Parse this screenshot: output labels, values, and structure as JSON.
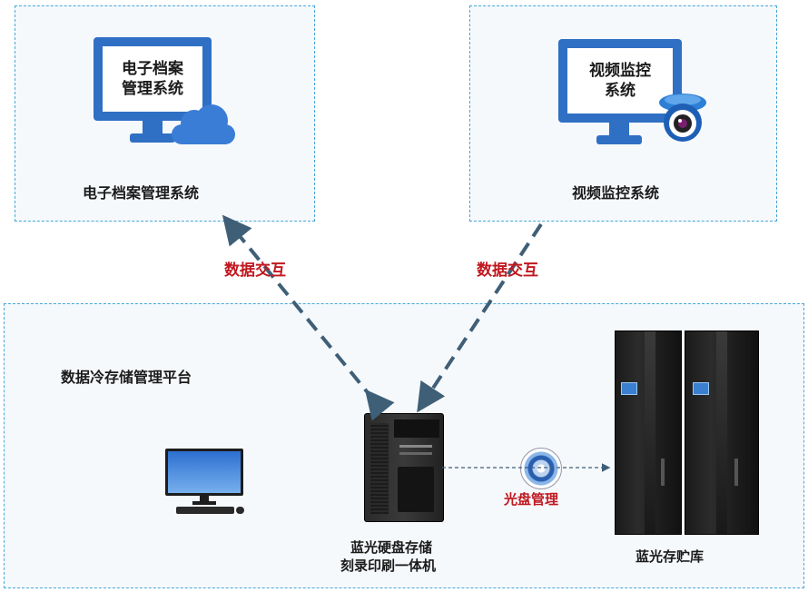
{
  "boxes": {
    "archive": {
      "screen_text": "电子档案\n管理系统",
      "caption": "电子档案管理系统"
    },
    "video": {
      "screen_text": "视频监控\n系统",
      "caption": "视频监控系统"
    },
    "platform": {
      "caption": "数据冷存储管理平台"
    }
  },
  "arrows": {
    "left_label": "数据交互",
    "right_label": "数据交互",
    "bottom_label": "光盘管理"
  },
  "devices": {
    "burner": {
      "line1": "蓝光硬盘存储",
      "line2": "刻录印刷一体机"
    },
    "library": {
      "label": "蓝光存贮库"
    }
  },
  "icons": {
    "archive": [
      "monitor-icon",
      "cloud-icon"
    ],
    "video": [
      "monitor-icon",
      "security-camera-icon"
    ],
    "platform": [
      "desktop-pc-icon",
      "tower-server-icon",
      "disc-icon",
      "storage-rack-icon"
    ]
  },
  "colors": {
    "box_border": "#46a7d8",
    "box_fill": "#f6f9fc",
    "arrow": "#3f5f77",
    "label_red": "#c0181f",
    "monitor_blue": "#2f6fc4"
  }
}
